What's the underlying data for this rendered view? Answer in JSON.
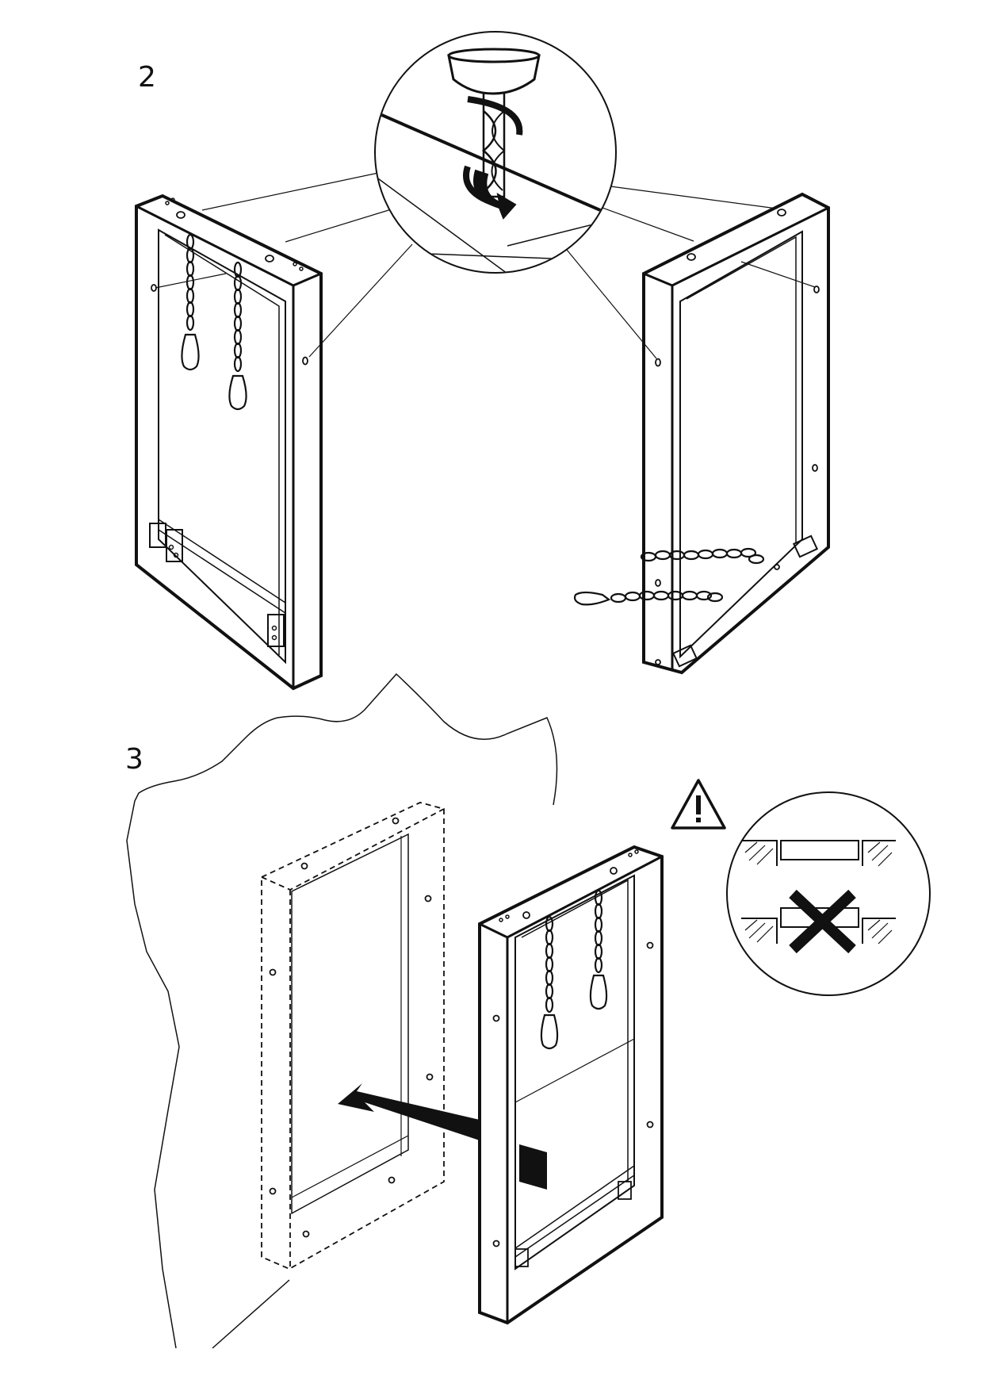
{
  "steps": [
    {
      "number": "2",
      "description_icons": [
        "drill-icon",
        "chain-icon",
        "frame-icon"
      ]
    },
    {
      "number": "3",
      "description_icons": [
        "warning-icon",
        "wall-icon",
        "frame-icon",
        "arrow-icon"
      ]
    }
  ],
  "warning": {
    "icon": "warning-triangle-icon",
    "detail": [
      "correct-flush-fit",
      "incorrect-fit-x-icon"
    ]
  },
  "colors": {
    "ink": "#111111",
    "paper": "#ffffff"
  }
}
